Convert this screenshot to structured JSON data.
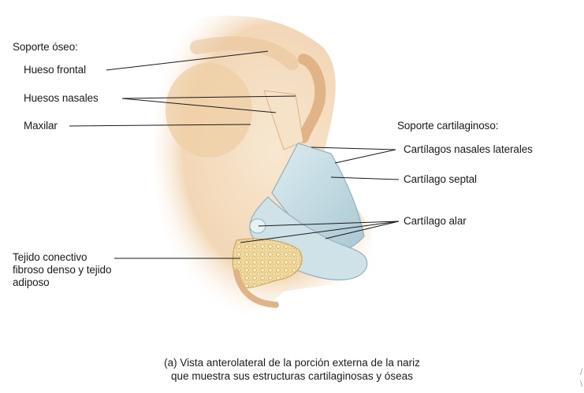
{
  "labels": {
    "bony_heading": "Soporte óseo:",
    "frontal": "Hueso frontal",
    "nasal_bones": "Huesos nasales",
    "maxilla": "Maxilar",
    "cartilage_heading": "Soporte cartilaginoso:",
    "lateral_cartilages": "Cartílagos nasales laterales",
    "septal_cartilage": "Cartílago septal",
    "alar_cartilage": "Cartílago alar",
    "dense_tissue": "Tejido conectivo fibroso denso y tejido adiposo"
  },
  "caption": {
    "line1": "(a) Vista anterolateral de la porción externa de la nariz",
    "line2": "que muestra sus estructuras cartilaginosas y óseas"
  },
  "corner_marks": [
    "/",
    "\\"
  ],
  "colors": {
    "skin": "#f3dcc0",
    "skin_shadow": "#e2b98e",
    "cartilage": "#c9dfe6",
    "cartilage_edge": "#8fb2bf",
    "fat": "#e7c77d",
    "leader": "#1a1a1a"
  }
}
